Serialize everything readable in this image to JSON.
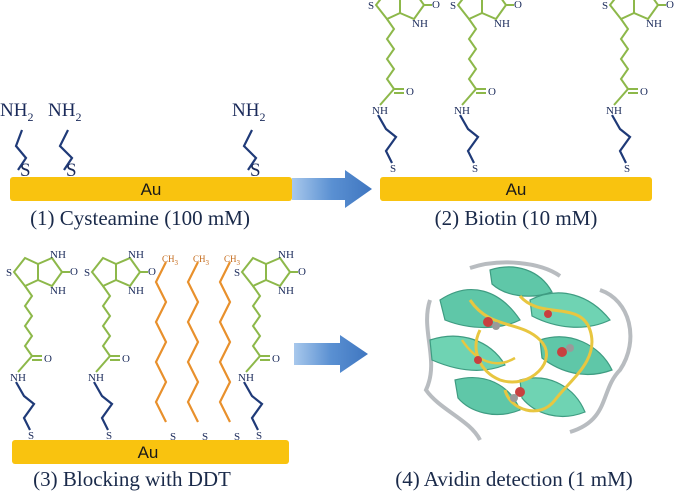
{
  "panels": [
    {
      "caption": "(1) Cysteamine (100 mM)",
      "substrate": "Au"
    },
    {
      "caption": "(2) Biotin (10 mM)",
      "substrate": "Au"
    },
    {
      "caption": "(3) Blocking with DDT",
      "substrate": "Au"
    },
    {
      "caption": "(4) Avidin detection (1 mM)"
    }
  ],
  "chem": {
    "nh2": "NH",
    "nh2_sub": "2",
    "s": "S",
    "nh": "NH",
    "o": "O",
    "eq_o": "=O",
    "ch3": "CH",
    "ch3_sub": "3"
  },
  "colors": {
    "gold": "#f9c30f",
    "linker_blue": "#1f3a78",
    "biotin_green": "#8db84a",
    "ddt_orange": "#e8902c",
    "arrow_blue": "#4f86c9",
    "protein_teal": "#5fc7a8",
    "protein_yellow": "#e8c640"
  },
  "arrows": [
    {
      "name": "arrow-1-to-2",
      "icon": "right-arrow-icon"
    },
    {
      "name": "arrow-3-to-4",
      "icon": "right-arrow-icon"
    }
  ]
}
